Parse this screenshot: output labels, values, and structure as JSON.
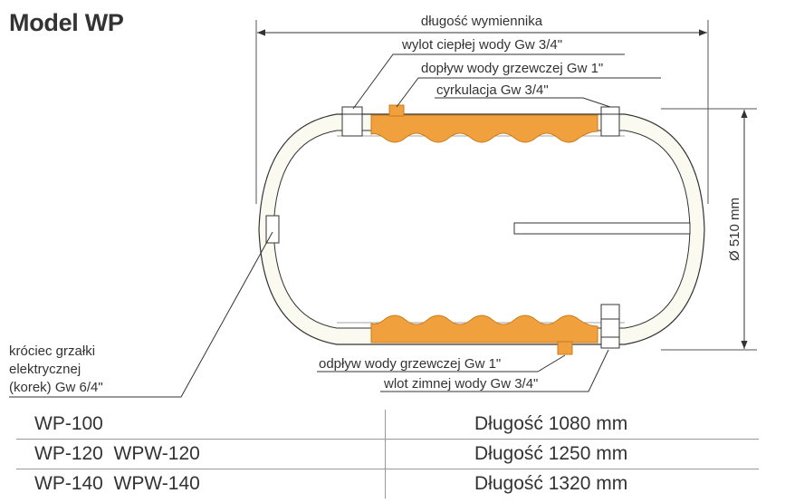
{
  "title": "Model WP",
  "labels": {
    "length": "długość wymiennika",
    "hot_outlet": "wylot ciepłej wody Gw 3/4\"",
    "heating_inlet": "dopływ wody grzewczej Gw 1\"",
    "circulation": "cyrkulacja Gw 3/4\"",
    "heating_outlet": "odpływ wody grzewczej Gw 1\"",
    "cold_inlet": "wlot zimnej wody Gw 3/4\"",
    "diameter": "Ø 510 mm",
    "heater_line1": "króciec grzałki",
    "heater_line2": "elektrycznej",
    "heater_line3": "(korek) Gw 6/4\""
  },
  "table": {
    "rows": [
      {
        "model": "WP-100",
        "length": "Długość 1080 mm"
      },
      {
        "model": "WP-120  WPW-120",
        "length": "Długość 1250 mm"
      },
      {
        "model": "WP-140  WPW-140",
        "length": "Długość 1320 mm"
      }
    ]
  },
  "colors": {
    "coil": "#f0a03c",
    "coil_stroke": "#c97c1e",
    "tank_fill": "#fbfaf0",
    "line": "#333333"
  }
}
